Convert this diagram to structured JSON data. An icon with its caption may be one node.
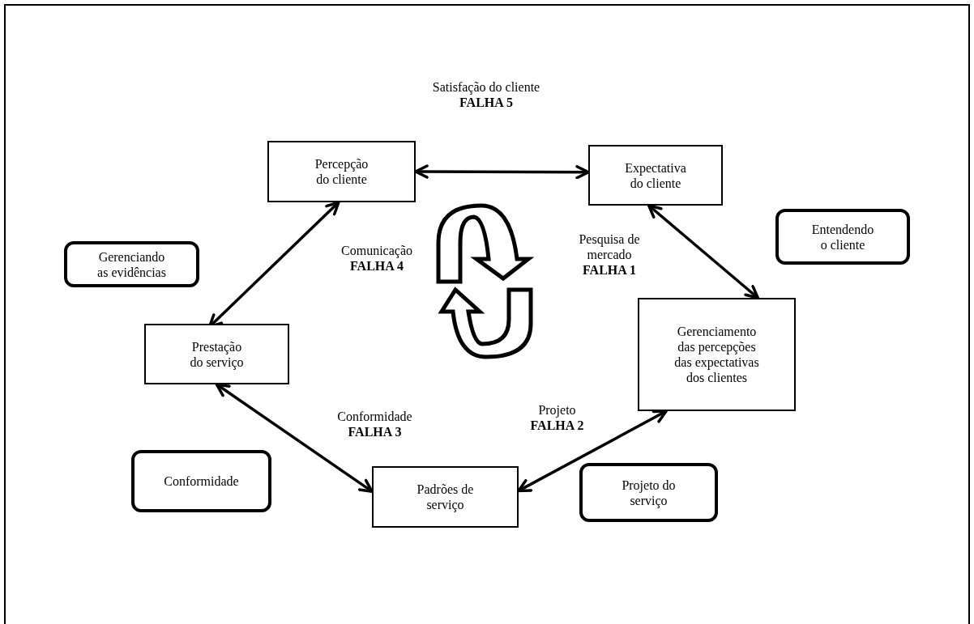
{
  "diagram": {
    "nodes": [
      {
        "text": [
          "Percepção do cliente"
        ]
      },
      {
        "text": [
          "Expectativa do cliente"
        ]
      },
      {
        "text": [
          "Entendendo o cliente"
        ]
      },
      {
        "text": [
          "Gerenciando as evidências"
        ]
      },
      {
        "text": [
          "Gerenciamento das percepções das expectativas dos clientes"
        ]
      },
      {
        "text": [
          "Prestação do serviço"
        ]
      },
      {
        "text": [
          "Conformidade"
        ]
      },
      {
        "text": [
          "Padrões de serviço"
        ]
      },
      {
        "text": [
          "Projeto do serviço"
        ]
      }
    ],
    "edges": [
      {
        "from": 0,
        "to": 1,
        "arrow": "both"
      },
      {
        "from": 1,
        "to": 4,
        "arrow": "both"
      },
      {
        "from": 4,
        "to": 7,
        "arrow": "both"
      },
      {
        "from": 7,
        "to": 5,
        "arrow": "both"
      },
      {
        "from": 5,
        "to": 0,
        "arrow": "both"
      }
    ],
    "labels": [
      "Satisfação do cliente **FALHA 5**",
      "Comunicação **FALHA 4**",
      "Pesquisa de mercado **FALHA 1**",
      "Conformidade **FALHA 3**",
      "Projeto **FALHA 2**"
    ]
  }
}
